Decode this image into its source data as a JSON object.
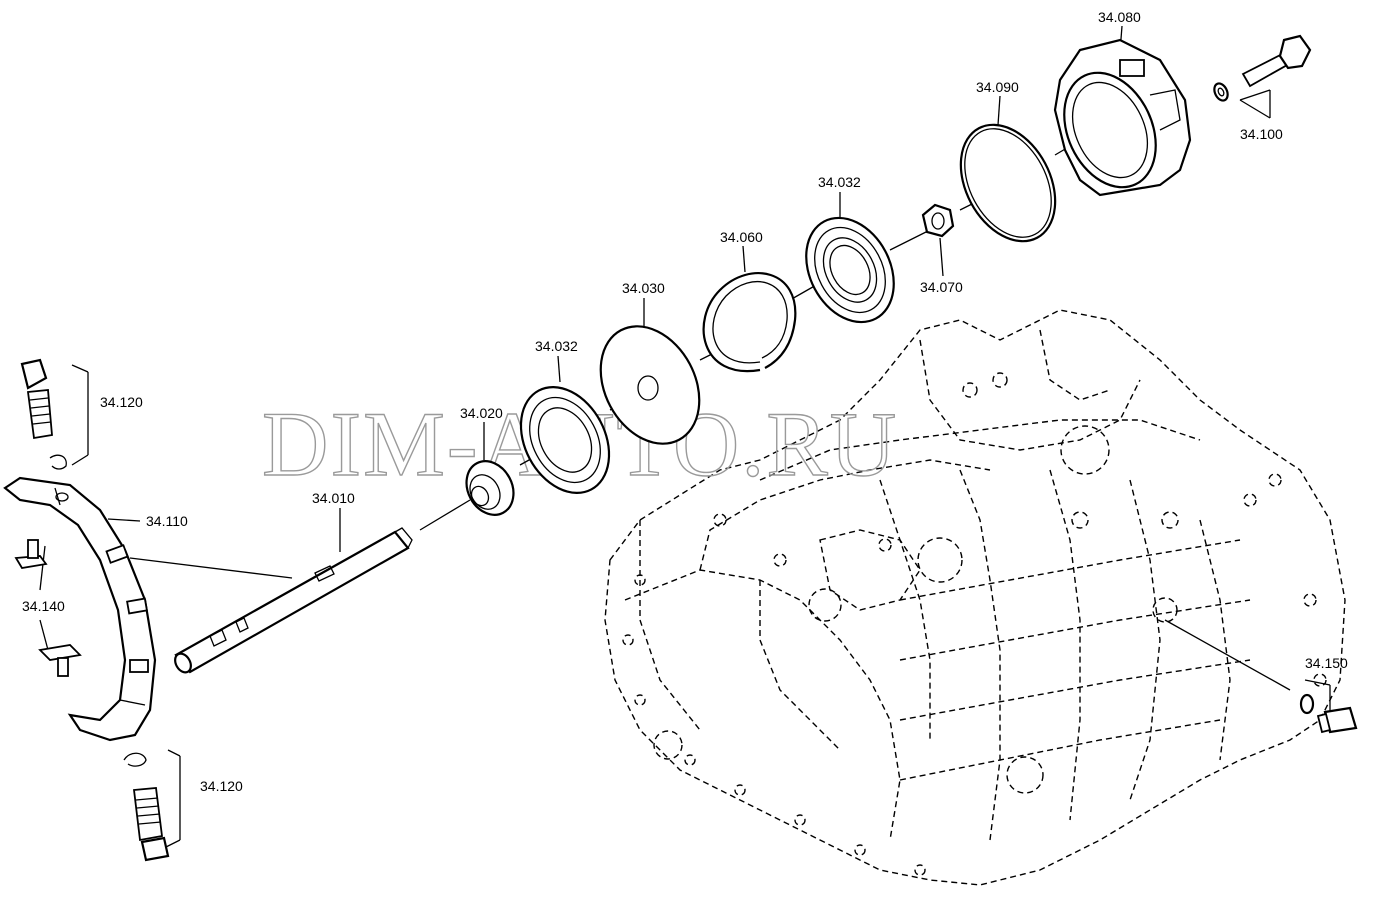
{
  "watermark": "DIM-AUTO.RU",
  "labels": {
    "p34080": "34.080",
    "p34090": "34.090",
    "p34100": "34.100",
    "p34032a": "34.032",
    "p34060": "34.060",
    "p34070": "34.070",
    "p34030": "34.030",
    "p34032b": "34.032",
    "p34020": "34.020",
    "p34010": "34.010",
    "p34120a": "34.120",
    "p34110": "34.110",
    "p34140": "34.140",
    "p34120b": "34.120",
    "p34150": "34.150"
  }
}
